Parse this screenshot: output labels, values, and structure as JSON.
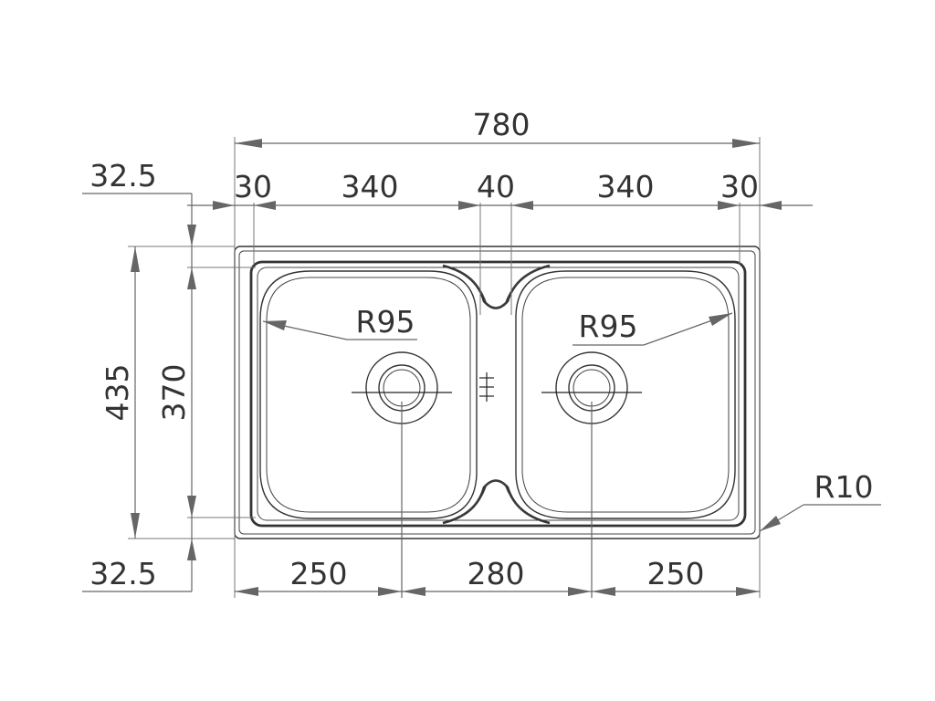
{
  "dimensions": {
    "overall_width": "780",
    "left_rim": "30",
    "left_bowl": "340",
    "divider": "40",
    "right_bowl": "340",
    "right_rim": "30",
    "top_rim": "32.5",
    "bottom_rim": "32.5",
    "overall_depth": "435",
    "bowl_depth": "370",
    "left_radius": "R95",
    "right_radius": "R95",
    "corner_radius": "R10",
    "left_to_drain": "250",
    "drain_spacing": "280",
    "drain_to_right": "250"
  },
  "colors": {
    "line": "#333333",
    "dimension": "#666666",
    "text": "#333333"
  }
}
